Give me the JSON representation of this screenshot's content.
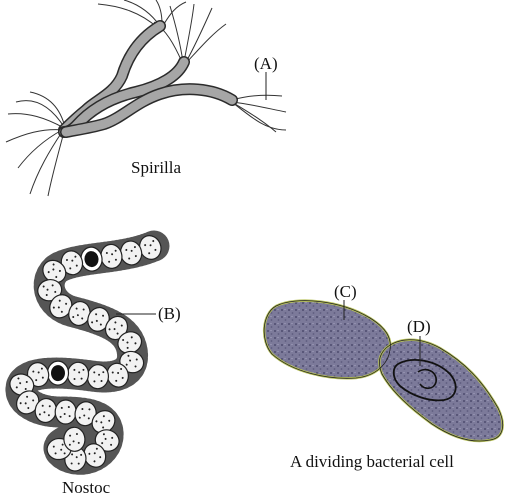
{
  "captions": {
    "spirilla": "Spirilla",
    "nostoc": "Nostoc",
    "dividing_cell": "A dividing bacterial cell"
  },
  "labels": {
    "a": "(A)",
    "b": "(B)",
    "c": "(C)",
    "d": "(D)"
  },
  "colors": {
    "spirilla_fill": "#a6a6a6",
    "outline": "#222222",
    "cell_fill": "#7c7a9a",
    "cell_wall": "#b8c25a",
    "nostoc_bead": "#f2f2f2",
    "heterocyst": "#111111"
  }
}
